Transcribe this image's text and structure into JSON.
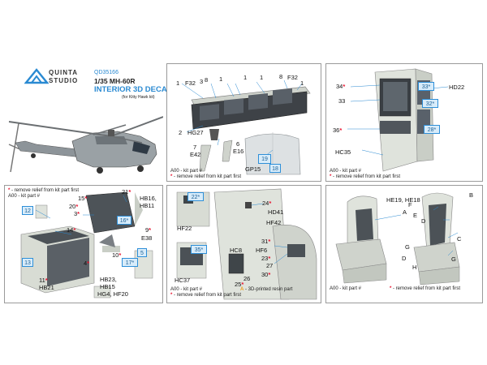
{
  "brand": {
    "line1": "QUINTA",
    "line2": "STUDIO"
  },
  "product": {
    "code": "QD35166",
    "model": "1/35 MH-60R",
    "title": "INTERIOR 3D DECAL",
    "kit": "(for Kitty Hawk kit)"
  },
  "colors": {
    "accent": "#2a8ad2",
    "star": "#e8112d",
    "resin": "#f0a01a",
    "part": "#cfd3cc"
  },
  "notes": {
    "kit_part": "A00 - kit part #",
    "remove_relief": "- remove relief from kit part first",
    "resin": "- 3D-printed resin part",
    "star": "*"
  },
  "panel2": {
    "labels": [
      "F32",
      "3",
      "8",
      "1",
      "1",
      "1",
      "8",
      "F32",
      "1",
      "1",
      "2",
      "HG27",
      "7",
      "E42",
      "6",
      "E16",
      "19",
      "18",
      "GP15"
    ],
    "gp15_caption": "GP15"
  },
  "panel3": {
    "labels": [
      "34",
      "33",
      "33",
      "HD22",
      "32",
      "28",
      "36",
      "HC35"
    ]
  },
  "panel4": {
    "labels": [
      "21",
      "15",
      "HB16,",
      "HB11",
      "20",
      "3",
      "16",
      "12",
      "14",
      "9",
      "E38",
      "13",
      "11",
      "HB21",
      "10",
      "5",
      "17",
      "HB23,",
      "HB15",
      "HG4, HF20",
      "4"
    ]
  },
  "panel5": {
    "labels": [
      "22",
      "HF22",
      "24",
      "HD41",
      "HF42",
      "35",
      "HC37",
      "31",
      "HF6",
      "HC8",
      "23",
      "27",
      "30",
      "25",
      "26"
    ]
  },
  "panel6": {
    "labels": [
      "HE19, HE18",
      "A",
      "B",
      "F",
      "E",
      "D",
      "G",
      "C",
      "H",
      "D",
      "G"
    ]
  }
}
